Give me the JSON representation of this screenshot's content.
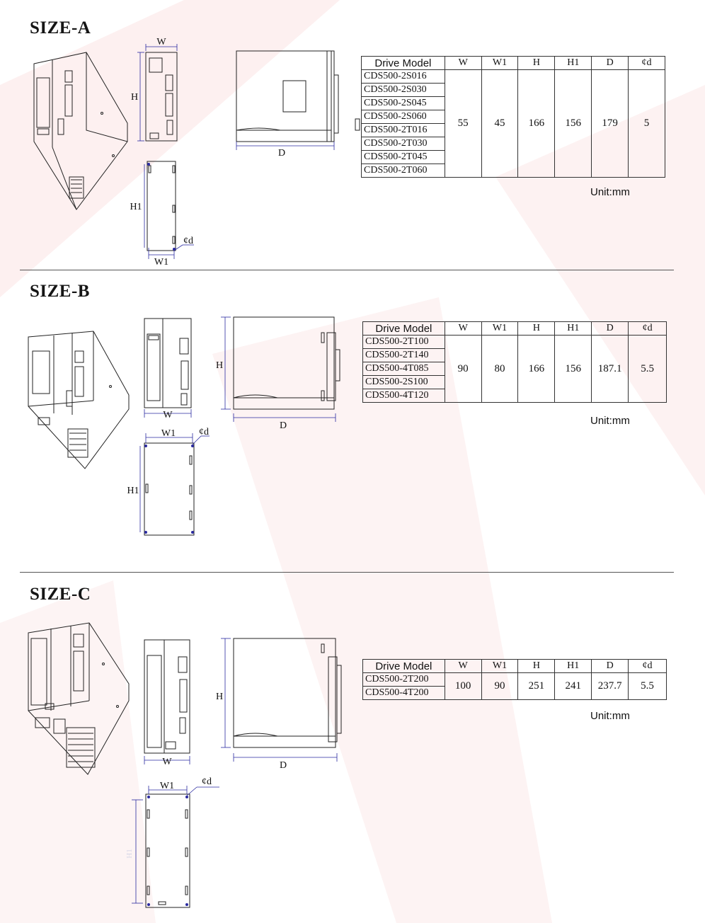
{
  "columns": [
    "Drive Model",
    "W",
    "W1",
    "H",
    "H1",
    "D",
    "¢d"
  ],
  "unit_label": "Unit:mm",
  "sections": [
    {
      "title": "SIZE-A",
      "models": [
        "CDS500-2S016",
        "CDS500-2S030",
        "CDS500-2S045",
        "CDS500-2S060",
        "CDS500-2T016",
        "CDS500-2T030",
        "CDS500-2T045",
        "CDS500-2T060"
      ],
      "values": [
        "55",
        "45",
        "166",
        "156",
        "179",
        "5"
      ],
      "dims": {
        "w": "W",
        "h": "H",
        "h1": "H1",
        "w1": "W1",
        "d": "D",
        "phi": "¢d"
      }
    },
    {
      "title": "SIZE-B",
      "models": [
        "CDS500-2T100",
        "CDS500-2T140",
        "CDS500-4T085",
        "CDS500-2S100",
        "CDS500-4T120"
      ],
      "values": [
        "90",
        "80",
        "166",
        "156",
        "187.1",
        "5.5"
      ],
      "dims": {
        "w": "W",
        "h": "H",
        "h1": "H1",
        "w1": "W1",
        "d": "D",
        "phi": "¢d"
      }
    },
    {
      "title": "SIZE-C",
      "models": [
        "CDS500-2T200",
        "CDS500-4T200"
      ],
      "values": [
        "100",
        "90",
        "251",
        "241",
        "237.7",
        "5.5"
      ],
      "dims": {
        "w": "W",
        "h": "H",
        "h1": "H1",
        "w1": "W1",
        "d": "D",
        "phi": "¢d"
      }
    }
  ]
}
